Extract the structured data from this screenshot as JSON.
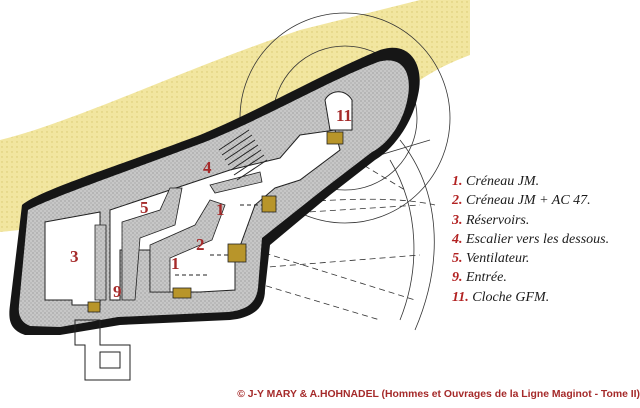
{
  "colors": {
    "earth": "#f2e6a0",
    "concrete": "#c7c7c7",
    "rock_edge": "#161616",
    "floor": "#ffffff",
    "label_red": "#a52a2a"
  },
  "plan_labels": {
    "l3": "3",
    "l5": "5",
    "l4": "4",
    "l11": "11",
    "l1_upper": "1",
    "l1_lower": "1",
    "l2": "2",
    "l9": "9"
  },
  "legend": [
    {
      "num": "1.",
      "text": "Créneau JM."
    },
    {
      "num": "2.",
      "text": "Créneau JM + AC 47."
    },
    {
      "num": "3.",
      "text": "Réservoirs."
    },
    {
      "num": "4.",
      "text": "Escalier vers les dessous."
    },
    {
      "num": "5.",
      "text": "Ventilateur."
    },
    {
      "num": "9.",
      "text": "Entrée."
    },
    {
      "num": "11.",
      "text": "Cloche GFM."
    }
  ],
  "credit": "© J-Y MARY & A.HOHNADEL (Hommes et Ouvrages de la Ligne Maginot - Tome II)"
}
